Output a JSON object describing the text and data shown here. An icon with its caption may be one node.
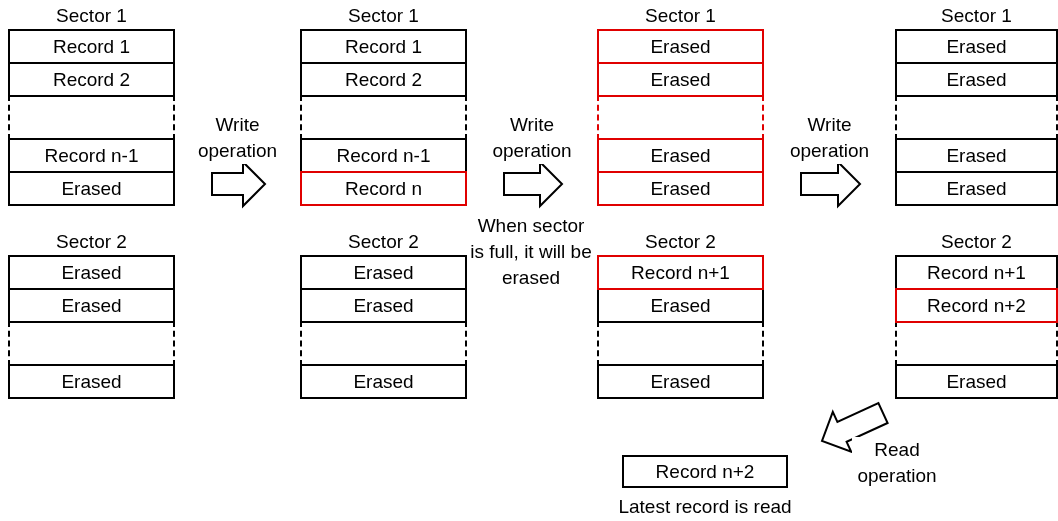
{
  "diagram": {
    "nodes": [
      {
        "text": [
          "Sector 1"
        ]
      },
      {
        "text": [
          "Record 1"
        ],
        "in": 0
      },
      {
        "text": [
          "Record 2"
        ],
        "in": 0
      },
      {
        "text": [],
        "shape": "box",
        "in": 0
      },
      {
        "text": [
          "Record n-1"
        ],
        "in": 0
      },
      {
        "text": [
          "Erased"
        ],
        "in": 0
      },
      {
        "text": [
          "Sector 2"
        ]
      },
      {
        "text": [
          "Erased"
        ],
        "in": 6
      },
      {
        "text": [
          "Erased"
        ],
        "in": 6
      },
      {
        "text": [],
        "shape": "box",
        "in": 6
      },
      {
        "text": [
          "Erased"
        ],
        "in": 6
      },
      {
        "text": [
          "Sector 1"
        ]
      },
      {
        "text": [
          "Record 1"
        ],
        "in": 11
      },
      {
        "text": [
          "Record 2"
        ],
        "in": 11
      },
      {
        "text": [],
        "shape": "box",
        "in": 11
      },
      {
        "text": [
          "Record n-1"
        ],
        "in": 11
      },
      {
        "text": [
          "Record n"
        ],
        "in": 11
      },
      {
        "text": [
          "Sector 2"
        ]
      },
      {
        "text": [
          "Erased"
        ],
        "in": 17
      },
      {
        "text": [
          "Erased"
        ],
        "in": 17
      },
      {
        "text": [],
        "shape": "box",
        "in": 17
      },
      {
        "text": [
          "Erased"
        ],
        "in": 17
      },
      {
        "text": [
          "Sector 1"
        ]
      },
      {
        "text": [
          "Erased"
        ],
        "in": 22
      },
      {
        "text": [
          "Erased"
        ],
        "in": 22
      },
      {
        "text": [],
        "shape": "box",
        "in": 22
      },
      {
        "text": [
          "Erased"
        ],
        "in": 22
      },
      {
        "text": [
          "Erased"
        ],
        "in": 22
      },
      {
        "text": [
          "Sector 2"
        ]
      },
      {
        "text": [
          "Record n+1"
        ],
        "in": 28
      },
      {
        "text": [
          "Erased"
        ],
        "in": 28
      },
      {
        "text": [],
        "shape": "box",
        "in": 28
      },
      {
        "text": [
          "Erased"
        ],
        "in": 28
      },
      {
        "text": [
          "Sector 1"
        ]
      },
      {
        "text": [
          "Erased"
        ],
        "in": 33
      },
      {
        "text": [
          "Erased"
        ],
        "in": 33
      },
      {
        "text": [],
        "shape": "box",
        "in": 33
      },
      {
        "text": [
          "Erased"
        ],
        "in": 33
      },
      {
        "text": [
          "Erased"
        ],
        "in": 33
      },
      {
        "text": [
          "Sector 2"
        ]
      },
      {
        "text": [
          "Record n+1"
        ],
        "in": 39
      },
      {
        "text": [
          "Record n+2"
        ],
        "in": 39
      },
      {
        "text": [],
        "shape": "box",
        "in": 39
      },
      {
        "text": [
          "Erased"
        ],
        "in": 39
      },
      {
        "text": [
          "Record n+2"
        ],
        "beside": [
          "Latest record is read"
        ]
      }
    ],
    "edges": [
      {
        "from": 0,
        "to": 11,
        "arrow": "to",
        "label": "Write operation"
      },
      {
        "from": 11,
        "to": 22,
        "arrow": "to",
        "label": "Write operation"
      },
      {
        "from": 22,
        "to": 33,
        "arrow": "to",
        "label": "Write operation"
      },
      {
        "from": 39,
        "to": 44,
        "arrow": "to",
        "label": "Read operation"
      }
    ],
    "labels": [
      "When sector is full, it will be erased"
    ]
  }
}
